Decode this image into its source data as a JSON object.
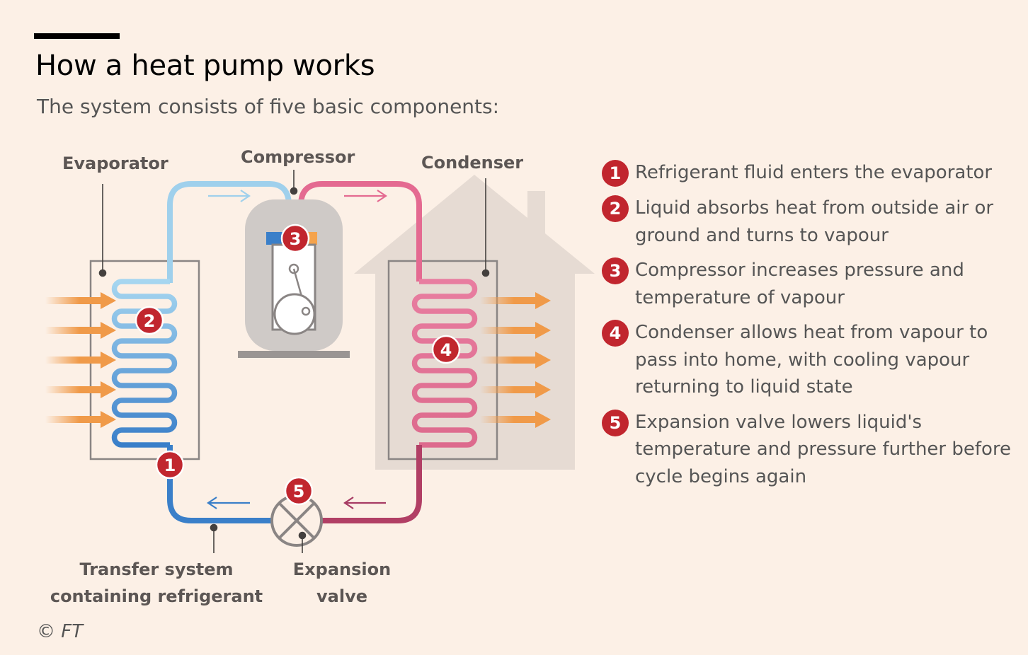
{
  "header": {
    "title": "How a heat pump works",
    "subtitle": "The system consists of five basic components:"
  },
  "diagram": {
    "labels": {
      "evaporator": "Evaporator",
      "compressor": "Compressor",
      "condenser": "Condenser",
      "transfer_line1": "Transfer system",
      "transfer_line2": "containing refrigerant",
      "expansion_line1": "Expansion",
      "expansion_line2": "valve"
    },
    "markers": [
      "1",
      "2",
      "3",
      "4",
      "5"
    ],
    "colors": {
      "cold_pipe": "#3a7fc9",
      "cool_pipe": "#9fd0ec",
      "hot_pipe": "#e46a91",
      "heat_arrow": "#f09a49",
      "marker": "#c1262e",
      "house": "#e6dbd3"
    }
  },
  "steps": [
    {
      "num": "1",
      "text": "Refrigerant fluid enters the evaporator"
    },
    {
      "num": "2",
      "text": "Liquid absorbs heat from outside air or ground and turns to vapour"
    },
    {
      "num": "3",
      "text": "Compressor increases pressure and temperature of vapour"
    },
    {
      "num": "4",
      "text": "Condenser allows heat from vapour to pass into home, with cooling vapour returning to liquid state"
    },
    {
      "num": "5",
      "text": "Expansion valve lowers liquid's temperature and pressure further before cycle begins again"
    }
  ],
  "footer": {
    "credit": "© FT"
  }
}
